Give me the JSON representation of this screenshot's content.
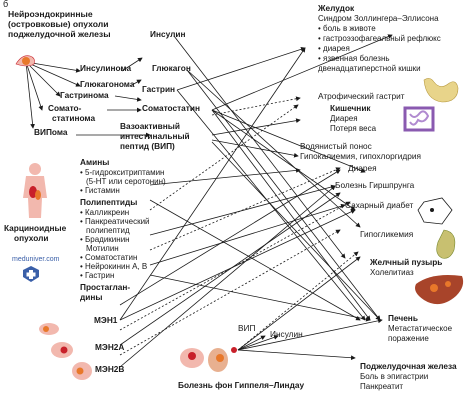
{
  "panel_letter": "б",
  "left": {
    "pnet_title": [
      "Нейроэндокринные",
      "(островковые) опухоли",
      "поджелудочной железы"
    ],
    "insulinoma": "Инсулинома",
    "glucagonoma": "Глюкагонома",
    "gastrinoma": "Гастринома",
    "somatostatinoma": [
      "Сомато-",
      "статинома"
    ],
    "vipoma": "ВИПома",
    "carcinoid_label": [
      "Карциноидные",
      "опухоли"
    ],
    "watermark": "meduniver.com",
    "men1": "МЭН1",
    "men2a": "МЭН2А",
    "men2b": "МЭН2В",
    "vhl": "Болезнь фон Гиппеля–Линдау"
  },
  "hormones": {
    "insulin": "Инсулин",
    "glucagon": "Глюкагон",
    "gastrin": "Гастрин",
    "somatostatin": "Соматостатин",
    "vip": [
      "Вазоактивный",
      "интестинальный",
      "пептид (ВИП)"
    ],
    "amines_title": "Амины",
    "amines": [
      "• 5-гидрокситриптамин",
      "(5-НТ или серотонин)",
      "• Гистамин"
    ],
    "polypeptides_title": "Полипептиды",
    "polypeptides": [
      "• Калликреин",
      "• Панкреатический",
      "полипептид",
      "• Брадикинин",
      "Мотилин",
      "• Соматостатин",
      "• Нейрокинин А, В",
      "• Гастрин"
    ],
    "prostaglandins": [
      "Простаглан-",
      "дины"
    ],
    "vip_short": "ВИП",
    "insulin_lower": "Инсулин"
  },
  "right": {
    "stomach_title": "Желудок",
    "stomach": [
      "Синдром Золлингера–Эллисона",
      "• боль в животе",
      "• гастроэзофагеальный рефлюкс",
      "• диарея",
      "• язвенная болезнь",
      "двенадцатиперстной кишки"
    ],
    "atrophic": "Атрофический гастрит",
    "intestine_title": "Кишечник",
    "intestine": [
      "Диарея",
      "Потеря веса"
    ],
    "watery": [
      "Водянистый понос",
      "Гипокалиемия, гипохлоргидрия"
    ],
    "diarrhea": "Диарея",
    "hirschsprung": "Болезнь Гиршпрунга",
    "diabetes": "Сахарный диабет",
    "hypoglycemia": "Гипогликемия",
    "gallbladder_title": "Желчный пузырь",
    "gallbladder": "Холелитиаз",
    "liver_title": "Печень",
    "liver": [
      "Метастатическое",
      "поражение"
    ],
    "pancreas_title": "Поджелудочная железа",
    "pancreas": [
      "Боль в эпигастрии",
      "Панкреатит"
    ]
  },
  "colors": {
    "line": "#1a1a1a",
    "tumor_orange": "#e8782a",
    "tumor_red": "#c8202a",
    "organ_pink": "#f2b8ae",
    "liver_brown": "#a8442a",
    "stomach_yellow": "#e8d48a"
  }
}
